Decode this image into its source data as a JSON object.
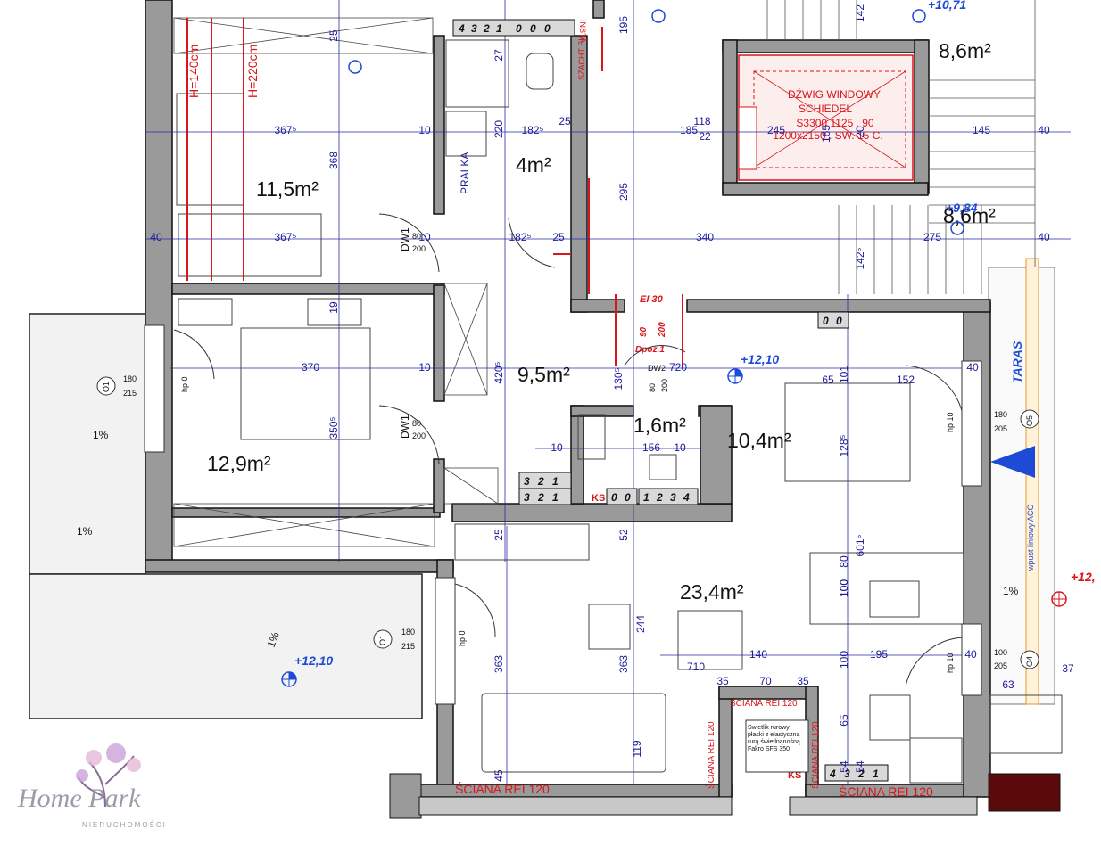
{
  "rooms": [
    {
      "id": "r1",
      "area": "11,5m²"
    },
    {
      "id": "r2",
      "area": "4m²"
    },
    {
      "id": "r3",
      "area": "12,9m²"
    },
    {
      "id": "r4",
      "area": "9,5m²"
    },
    {
      "id": "r5",
      "area": "1,6m²"
    },
    {
      "id": "r6",
      "area": "10,4m²"
    },
    {
      "id": "r7",
      "area": "23,4m²"
    },
    {
      "id": "r8",
      "area": "8,6m²"
    },
    {
      "id": "r9",
      "area": "8,6m²"
    }
  ],
  "levels": [
    "+12,10",
    "+12,10",
    "+10,71",
    "+9,84",
    "+12,"
  ],
  "elevator": {
    "title": "DŹWIG WINDOWY",
    "maker": "SCHIEDEL",
    "model": "S3300 1125 . 90",
    "size": "1200x2150 . SW. 15 C."
  },
  "fire_walls": [
    "ŚCIANA REI 120",
    "ŚCIANA REI 120",
    "ŚCIANA REI 120",
    "ŚCIANA REI 120",
    "ŚCIANA REI 120"
  ],
  "fire_labels": [
    "EI 30",
    "90",
    "200",
    "Dpoż.1"
  ],
  "doors": [
    {
      "code": "DW1",
      "w": "80",
      "h": "200"
    },
    {
      "code": "DW1",
      "w": "80",
      "h": "200"
    },
    {
      "code": "DW2",
      "w": "80",
      "h": "200"
    }
  ],
  "windows": [
    {
      "code": "O1",
      "w": "180",
      "h": "215",
      "hp": "hp 0"
    },
    {
      "code": "O1",
      "w": "180",
      "h": "215",
      "hp": "hp 0"
    },
    {
      "code": "O5",
      "w": "180",
      "h": "205",
      "hp": "hp 10"
    },
    {
      "code": "O4",
      "w": "100",
      "h": "205",
      "hp": "hp 10"
    }
  ],
  "slopes": [
    "1%",
    "1%",
    "1%",
    "1%"
  ],
  "labels": {
    "terrace": "TARAS",
    "pralka": "PRALKA",
    "szacht": "SZACHT EL.",
    "insta": "INSTA",
    "wpust": "wpust liniowy ACO",
    "skylight": "Świetlik rurowy płaski z elastyczną rurą świetlnąnośną Fakro SFS 350",
    "h140": "H=140cm",
    "h220": "H=220cm",
    "ks1": "KS",
    "ks2": "KS",
    "ks3": "KS"
  },
  "counters": [
    [
      "4",
      "3",
      "2",
      "1",
      "0",
      "0",
      "0"
    ],
    [
      "3",
      "2",
      "1"
    ],
    [
      "3",
      "2",
      "1"
    ],
    [
      "0",
      "0"
    ],
    [
      "1",
      "2",
      "3",
      "4"
    ],
    [
      "0",
      "0"
    ],
    [
      "4",
      "3",
      "2",
      "1"
    ]
  ],
  "dimensions": [
    "25",
    "27",
    "195",
    "142",
    "220",
    "182⁵",
    "25",
    "185",
    "118",
    "22",
    "245",
    "165",
    "20",
    "145",
    "40",
    "367⁵",
    "10",
    "368",
    "40",
    "367⁵",
    "10",
    "182⁵",
    "25",
    "340",
    "275",
    "40",
    "295",
    "142⁵",
    "19",
    "370",
    "10",
    "420⁵",
    "130⁵",
    "720",
    "65",
    "152",
    "40",
    "101",
    "350⁵",
    "10",
    "156",
    "10",
    "128⁵",
    "80",
    "100",
    "601⁵",
    "25",
    "52",
    "244",
    "363",
    "363",
    "710",
    "140",
    "195",
    "40",
    "100",
    "100",
    "35",
    "70",
    "35",
    "65",
    "119",
    "45",
    "54",
    "54",
    "63",
    "37"
  ],
  "logo": {
    "line1": "Home Park",
    "line2": "NIERUCHOMOŚCI"
  }
}
